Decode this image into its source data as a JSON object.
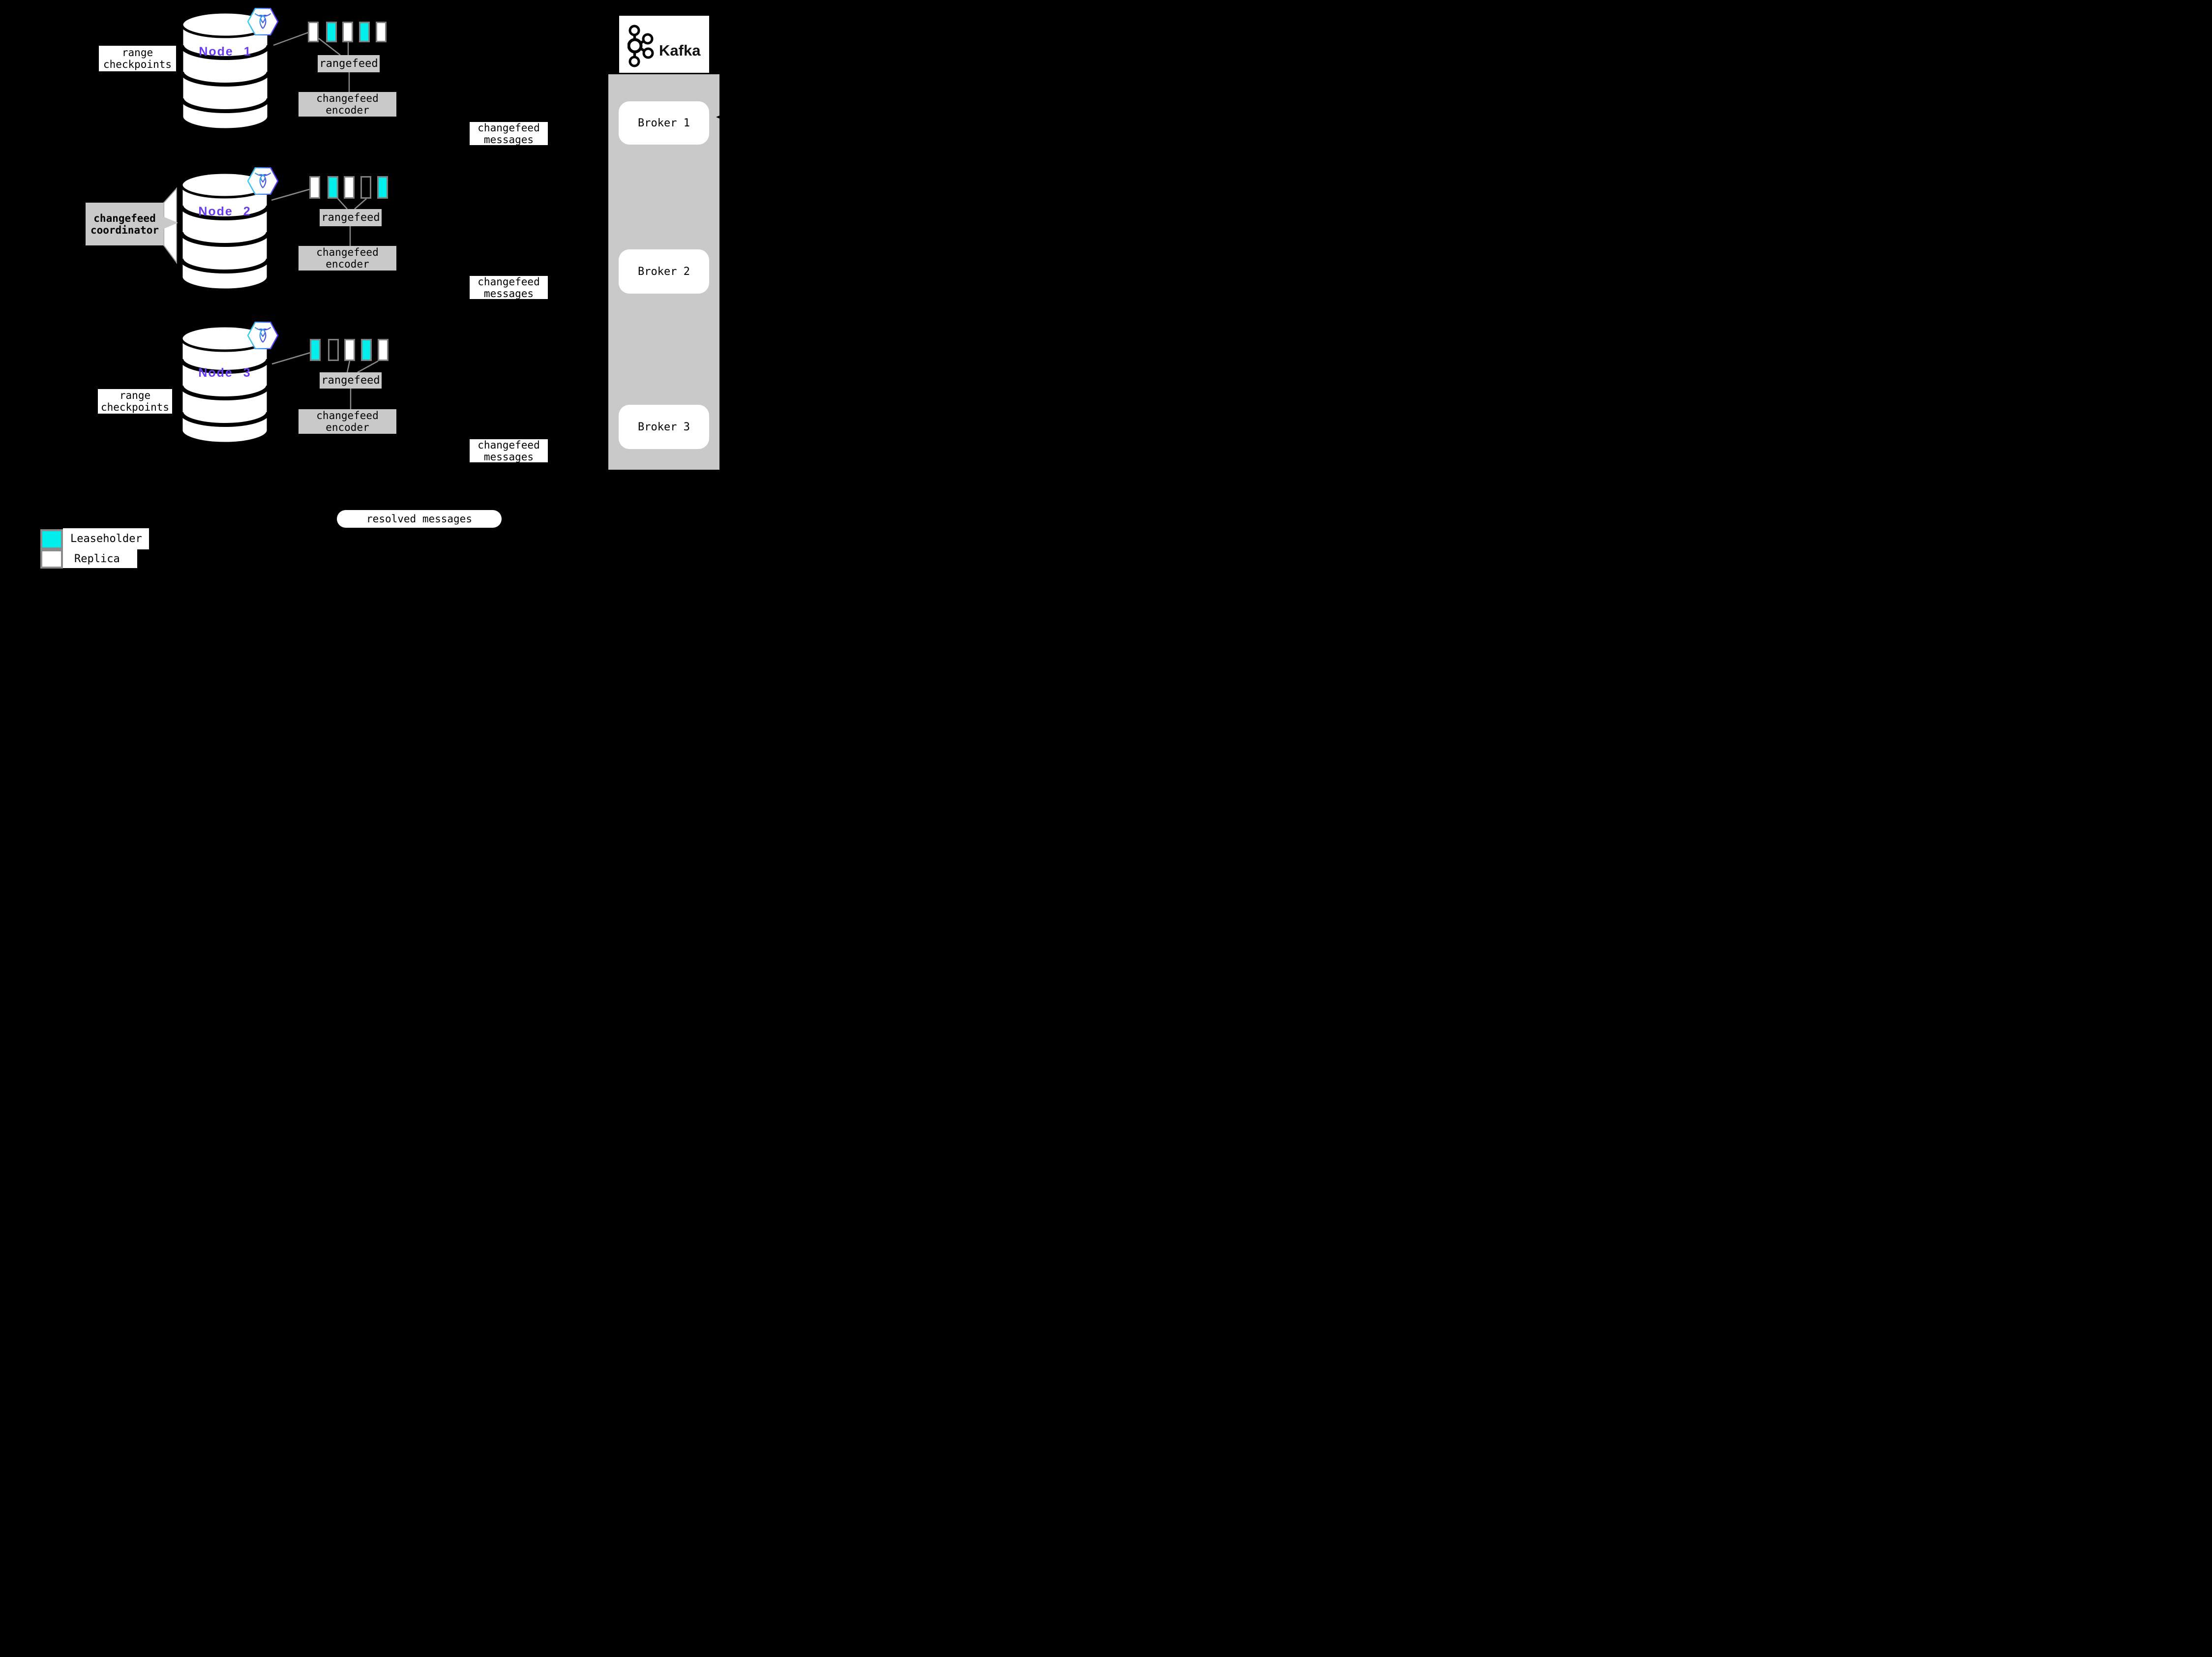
{
  "nodes": [
    {
      "name": "Node 1",
      "ranges": [
        "replica",
        "leaseholder",
        "replica",
        "leaseholder",
        "replica"
      ]
    },
    {
      "name": "Node 2",
      "ranges": [
        "replica",
        "leaseholder",
        "replica",
        "empty",
        "leaseholder"
      ]
    },
    {
      "name": "Node 3",
      "ranges": [
        "leaseholder",
        "empty",
        "replica",
        "leaseholder",
        "replica"
      ]
    }
  ],
  "labels": {
    "range_checkpoints": [
      "range",
      "checkpoints"
    ],
    "rangefeed": "rangefeed",
    "changefeed_encoder": [
      "changefeed",
      "encoder"
    ],
    "changefeed_messages": [
      "changefeed",
      "messages"
    ],
    "changefeed_coordinator": [
      "changefeed",
      "coordinator"
    ],
    "resolved_messages": "resolved messages"
  },
  "kafka": {
    "brand": "Kafka",
    "brokers": [
      "Broker 1",
      "Broker 2",
      "Broker 3"
    ]
  },
  "legend": {
    "leaseholder": "Leaseholder",
    "replica": "Replica"
  },
  "colors": {
    "background": "#000000",
    "leaseholder_cyan": "#00efec",
    "replica_white": "#ffffff",
    "node_label_purple": "#6b3df2",
    "box_gray": "#c9c9c9",
    "line_gray": "#8a8a8a",
    "square_border_gray": "#7f7f7f"
  }
}
